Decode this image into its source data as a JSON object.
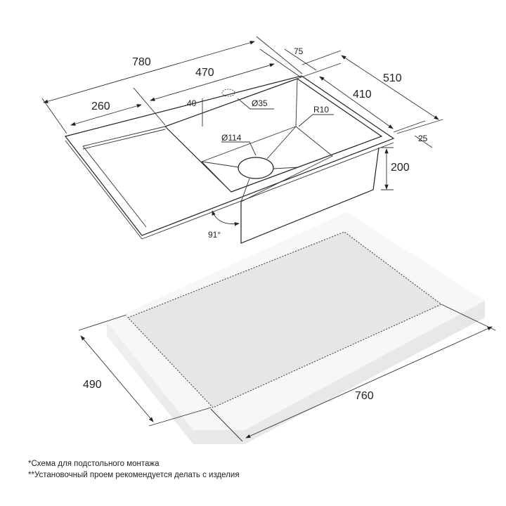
{
  "dimensions": {
    "overall_length": "780",
    "bowl_length": "470",
    "drainboard_length": "260",
    "overall_width": "510",
    "bowl_width": "410",
    "rim_back": "75",
    "rim_front": "25",
    "depth": "200",
    "tap_hole_offset": "40",
    "tap_hole_diameter": "Ø35",
    "corner_radius": "R10",
    "drain_diameter": "Ø114",
    "wall_angle": "91°",
    "cutout_width": "490",
    "cutout_length": "760"
  },
  "notes": [
    "*Схема для подстольного монтажа",
    "**Установочный проем рекомендуется делать с изделия"
  ]
}
